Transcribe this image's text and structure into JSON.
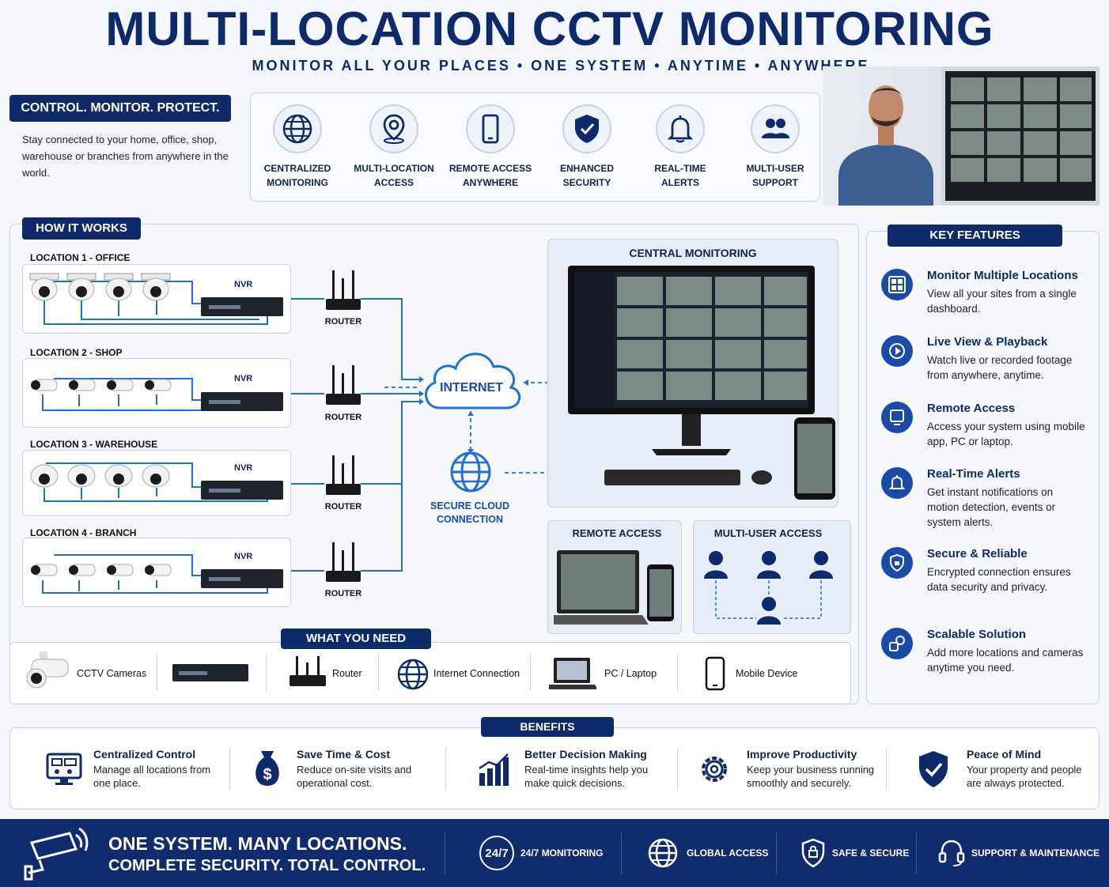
{
  "header": {
    "title": "MULTI-LOCATION CCTV MONITORING",
    "subtitle": "MONITOR ALL YOUR PLACES  •  ONE SYSTEM  •  ANYTIME  •  ANYWHERE"
  },
  "intro": {
    "tag": "CONTROL. MONITOR. PROTECT.",
    "text": "Stay connected to your home, office, shop, warehouse or branches from anywhere in the world."
  },
  "top_features": [
    {
      "icon": "globe-icon",
      "l1": "CENTRALIZED",
      "l2": "MONITORING"
    },
    {
      "icon": "location-pin-icon",
      "l1": "MULTI-LOCATION",
      "l2": "ACCESS"
    },
    {
      "icon": "smartphone-icon",
      "l1": "REMOTE ACCESS",
      "l2": "ANYWHERE"
    },
    {
      "icon": "shield-check-icon",
      "l1": "ENHANCED",
      "l2": "SECURITY"
    },
    {
      "icon": "bell-icon",
      "l1": "REAL-TIME",
      "l2": "ALERTS"
    },
    {
      "icon": "users-icon",
      "l1": "MULTI-USER",
      "l2": "SUPPORT"
    }
  ],
  "how_it_works": {
    "title": "HOW IT WORKS",
    "locations": [
      {
        "label": "LOCATION 1 - OFFICE",
        "nvr": "NVR",
        "router": "ROUTER"
      },
      {
        "label": "LOCATION 2 - SHOP",
        "nvr": "NVR",
        "router": "ROUTER"
      },
      {
        "label": "LOCATION 3 - WAREHOUSE",
        "nvr": "NVR",
        "router": "ROUTER"
      },
      {
        "label": "LOCATION 4 - BRANCH",
        "nvr": "NVR",
        "router": "ROUTER"
      }
    ],
    "internet": "INTERNET",
    "cloud_l1": "SECURE CLOUD",
    "cloud_l2": "CONNECTION",
    "central": "CENTRAL MONITORING",
    "remote": "REMOTE ACCESS",
    "multi_user": "MULTI-USER ACCESS"
  },
  "what_you_need": {
    "title": "WHAT YOU NEED",
    "items": [
      "CCTV Cameras",
      "Router",
      "Internet Connection",
      "PC / Laptop",
      "Mobile Device"
    ]
  },
  "key_features": {
    "title": "KEY FEATURES",
    "items": [
      {
        "icon": "dashboard-icon",
        "title": "Monitor Multiple Locations",
        "desc": "View all your sites from a single dashboard."
      },
      {
        "icon": "play-icon",
        "title": "Live View & Playback",
        "desc": "Watch live or recorded footage from anywhere, anytime."
      },
      {
        "icon": "monitor-icon",
        "title": "Remote Access",
        "desc": "Access your system using mobile app, PC or laptop."
      },
      {
        "icon": "bell-icon",
        "title": "Real-Time Alerts",
        "desc": "Get instant notifications on motion detection, events or system alerts."
      },
      {
        "icon": "shield-lock-icon",
        "title": "Secure & Reliable",
        "desc": "Encrypted connection ensures data security and privacy."
      },
      {
        "icon": "scale-icon",
        "title": "Scalable Solution",
        "desc": "Add more locations and cameras anytime you need."
      }
    ]
  },
  "benefits": {
    "title": "BENEFITS",
    "items": [
      {
        "icon": "control-panel-icon",
        "title": "Centralized Control",
        "desc": "Manage all locations from one place."
      },
      {
        "icon": "money-bag-icon",
        "title": "Save Time & Cost",
        "desc": "Reduce on-site visits and operational cost."
      },
      {
        "icon": "bar-chart-icon",
        "title": "Better Decision Making",
        "desc": "Real-time insights help you make quick decisions."
      },
      {
        "icon": "gear-icon",
        "title": "Improve Productivity",
        "desc": "Keep your business running smoothly and securely."
      },
      {
        "icon": "shield-check-icon",
        "title": "Peace of Mind",
        "desc": "Your property and people are always protected."
      }
    ]
  },
  "footer": {
    "line1": "ONE SYSTEM. MANY LOCATIONS.",
    "line2": "COMPLETE SECURITY. TOTAL CONTROL.",
    "badge": "24/7",
    "items": [
      "24/7 MONITORING",
      "GLOBAL ACCESS",
      "SAFE & SECURE",
      "SUPPORT & MAINTENANCE"
    ]
  },
  "colors": {
    "navy": "#0e2a6b",
    "blue": "#1b4ba8",
    "line": "#1f6fd6",
    "bg": "#f4f6fb"
  }
}
